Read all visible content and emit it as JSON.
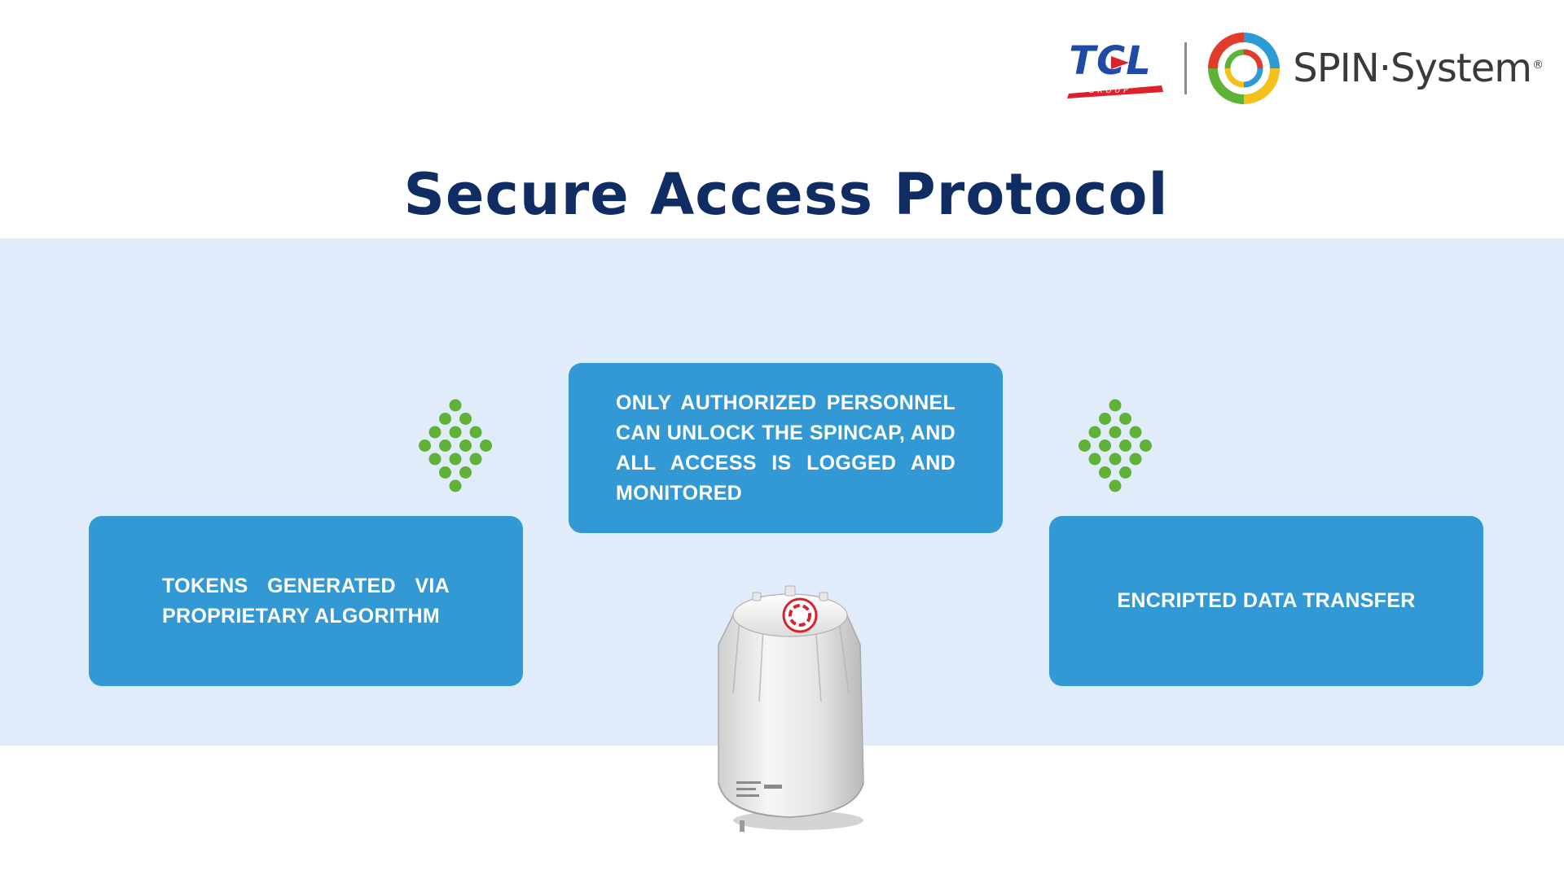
{
  "logos": {
    "tcl_name": "TCL",
    "tcl_sub": "GROUP",
    "spin_name": "SPIN·System",
    "spin_reg": "®"
  },
  "page_title": "Secure Access Protocol",
  "cards": {
    "left": "TOKENS GENERATED VIA PROPRIETARY ALGORITHM",
    "center": "ONLY AUTHORIZED PERSONNEL CAN UNLOCK THE SPINCAP, AND ALL ACCESS IS LOGGED AND MONITORED",
    "right": "ENCRIPTED DATA TRANSFER"
  },
  "colors": {
    "title": "#102d63",
    "band": "#e0ecfa",
    "card": "#3399d4",
    "dots": "#5fb138",
    "tcl_blue": "#1f4aa6",
    "tcl_red": "#d8232a"
  },
  "icons": {
    "device": "spincap-device-image",
    "dots": "green-dot-diamond-pattern"
  }
}
